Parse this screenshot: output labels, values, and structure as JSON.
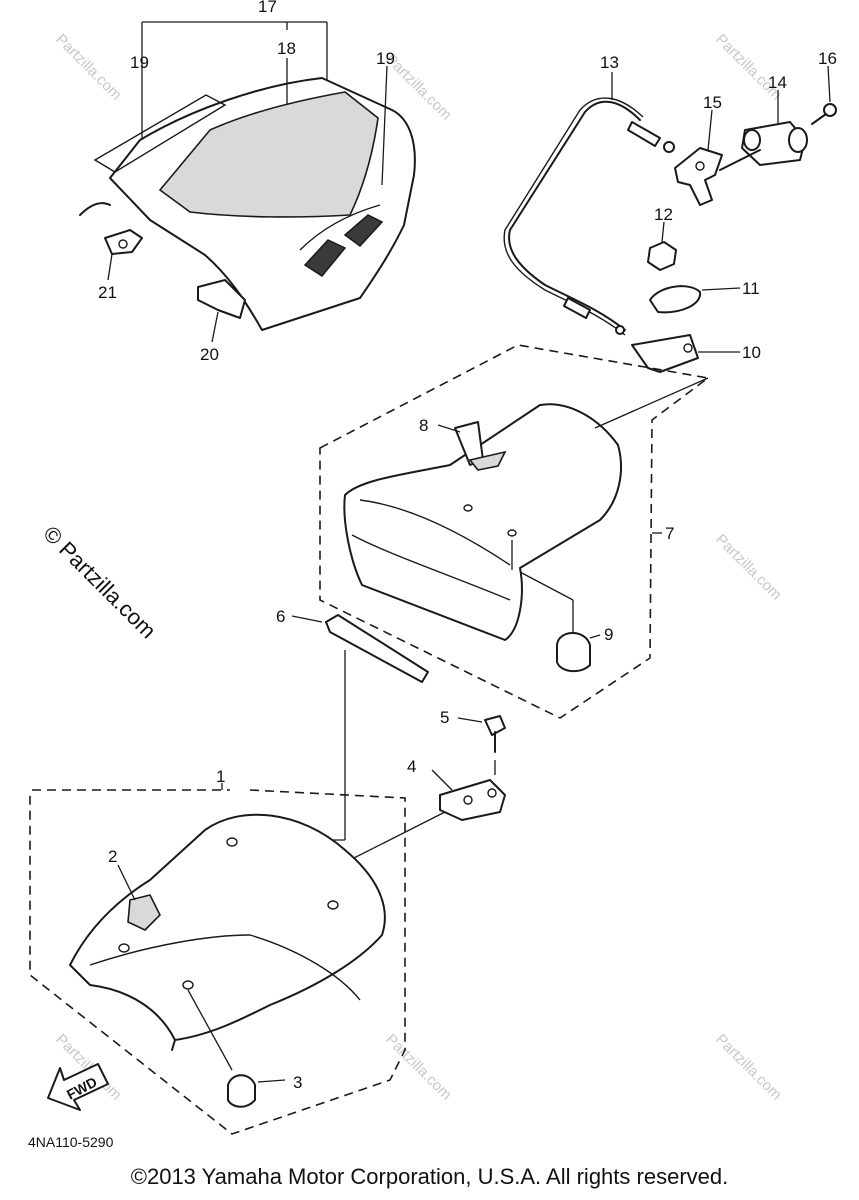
{
  "callouts": [
    "1",
    "2",
    "3",
    "4",
    "5",
    "6",
    "7",
    "8",
    "9",
    "10",
    "11",
    "12",
    "13",
    "14",
    "15",
    "16",
    "17",
    "18",
    "19",
    "20",
    "21"
  ],
  "watermark": "© Partzilla.com",
  "watermark_small": "Partzilla.com",
  "fwd_label": "FWD",
  "diagram_code": "4NA110-5290",
  "copyright": "©2013  Yamaha Motor Corporation, U.S.A. All rights reserved."
}
